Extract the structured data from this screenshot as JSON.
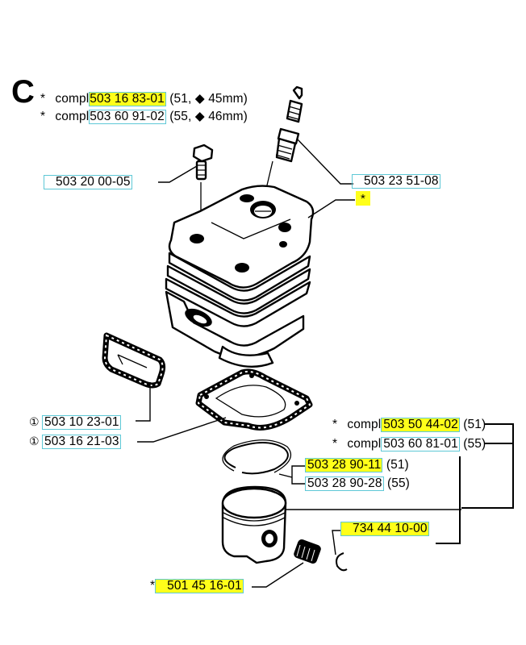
{
  "section": {
    "letter": "C"
  },
  "header_lines": [
    {
      "marker": "*",
      "prefix": "compl",
      "part_number": "503 16 83-01",
      "highlighted": true,
      "suffix": "(51, ◆ 45mm)"
    },
    {
      "marker": "*",
      "prefix": "compl",
      "part_number": "503 60 91-02",
      "highlighted": false,
      "suffix": "(55, ◆ 46mm)"
    }
  ],
  "callouts": {
    "screw": {
      "part_number": "503 20 00-05",
      "highlighted": false
    },
    "spark_plug": {
      "part_number": "503 23 51-08",
      "highlighted": false
    },
    "cylinder_note": {
      "marker": "*",
      "highlighted": true
    },
    "exhaust_gasket": {
      "symbol": "①",
      "part_number": "503 10 23-01",
      "highlighted": false
    },
    "cylinder_gasket": {
      "symbol": "①",
      "part_number": "503 16 21-03",
      "highlighted": false
    },
    "piston_kit_51": {
      "marker": "*",
      "prefix": "compl",
      "part_number": "503 50 44-02",
      "highlighted": true,
      "suffix": "(51)"
    },
    "piston_kit_55": {
      "marker": "*",
      "prefix": "compl",
      "part_number": "503 60 81-01",
      "highlighted": false,
      "suffix": "(55)"
    },
    "ring_51": {
      "part_number": "503 28 90-11",
      "highlighted": true,
      "suffix": "(51)"
    },
    "ring_55": {
      "part_number": "503 28 90-28",
      "highlighted": false,
      "suffix": "(55)"
    },
    "circlip": {
      "part_number": "734 44 10-00",
      "highlighted": true
    },
    "needle_bearing": {
      "marker": "*",
      "part_number": "501 45 16-01",
      "highlighted": true
    }
  },
  "colors": {
    "highlight": "#ffff1a",
    "box_outline": "#5ec8d6",
    "ink": "#000000",
    "background": "#ffffff"
  }
}
